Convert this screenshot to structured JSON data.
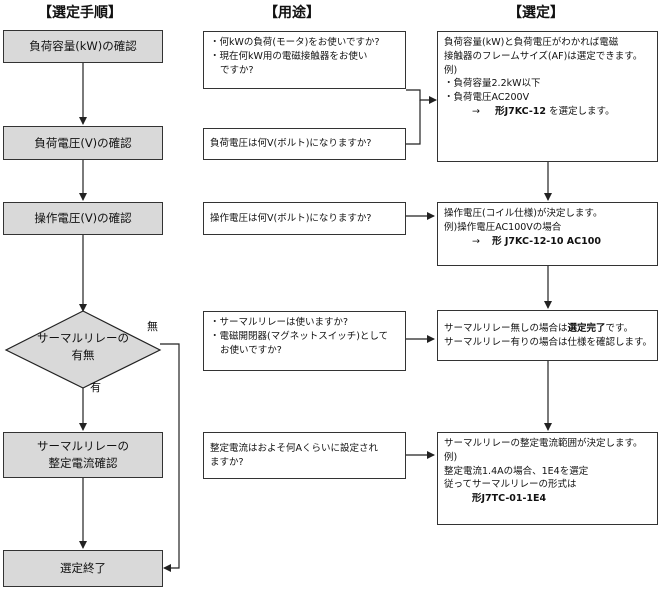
{
  "headers": {
    "procedure": "【選定手順】",
    "use": "【用途】",
    "selection": "【選定】"
  },
  "steps": {
    "load_capacity": "負荷容量(kW)の確認",
    "load_voltage": "負荷電圧(V)の確認",
    "operating_voltage": "操作電圧(V)の確認",
    "thermal_relay_q_line1": "サーマルリレーの",
    "thermal_relay_q_line2": "有無",
    "setting_current_line1": "サーマルリレーの",
    "setting_current_line2": "整定電流確認",
    "end": "選定終了"
  },
  "branch_labels": {
    "no": "無",
    "yes": "有"
  },
  "use": {
    "u1": [
      "・何kWの負荷(モータ)をお使いですか?",
      "・現在何kW用の電磁接触器をお使い",
      "ですか?"
    ],
    "u2": [
      "負荷電圧は何V(ボルト)になりますか?"
    ],
    "u3": [
      "操作電圧は何V(ボルト)になりますか?"
    ],
    "u4": [
      "・サーマルリレーは使いますか?",
      "・電磁開閉器(マグネットスイッチ)として",
      "お使いですか?"
    ],
    "u5": [
      "整定電流はおよそ何Aくらいに設定され",
      "ますか?"
    ]
  },
  "selection": {
    "s1": {
      "lines": [
        "負荷容量(kW)と負荷電圧がわかれば電磁",
        "接触器のフレームサイズ(AF)は選定できます。",
        "例)",
        "・負荷容量2.2kW以下",
        "・負荷電圧AC200V"
      ],
      "arrow": "→",
      "result_prefix": "形J7KC-12",
      "result_suffix": "を選定します。"
    },
    "s2": {
      "lines": [
        "操作電圧(コイル仕様)が決定します。",
        "例)操作電圧AC100Vの場合"
      ],
      "arrow": "→",
      "result": "形 J7KC-12-10 AC100"
    },
    "s3": {
      "line1_prefix": "サーマルリレー無しの場合は",
      "line1_bold": "選定完了",
      "line1_suffix": "です。",
      "line2": "サーマルリレー有りの場合は仕様を確認します。"
    },
    "s4": {
      "lines": [
        "サーマルリレーの整定電流範囲が決定します。",
        "例)",
        "整定電流1.4Aの場合、1E4を選定",
        "従ってサーマルリレーの形式は"
      ],
      "result": "形J7TC-01-1E4"
    }
  },
  "colors": {
    "step_fill": "#d9d9d9",
    "line": "#222222"
  }
}
